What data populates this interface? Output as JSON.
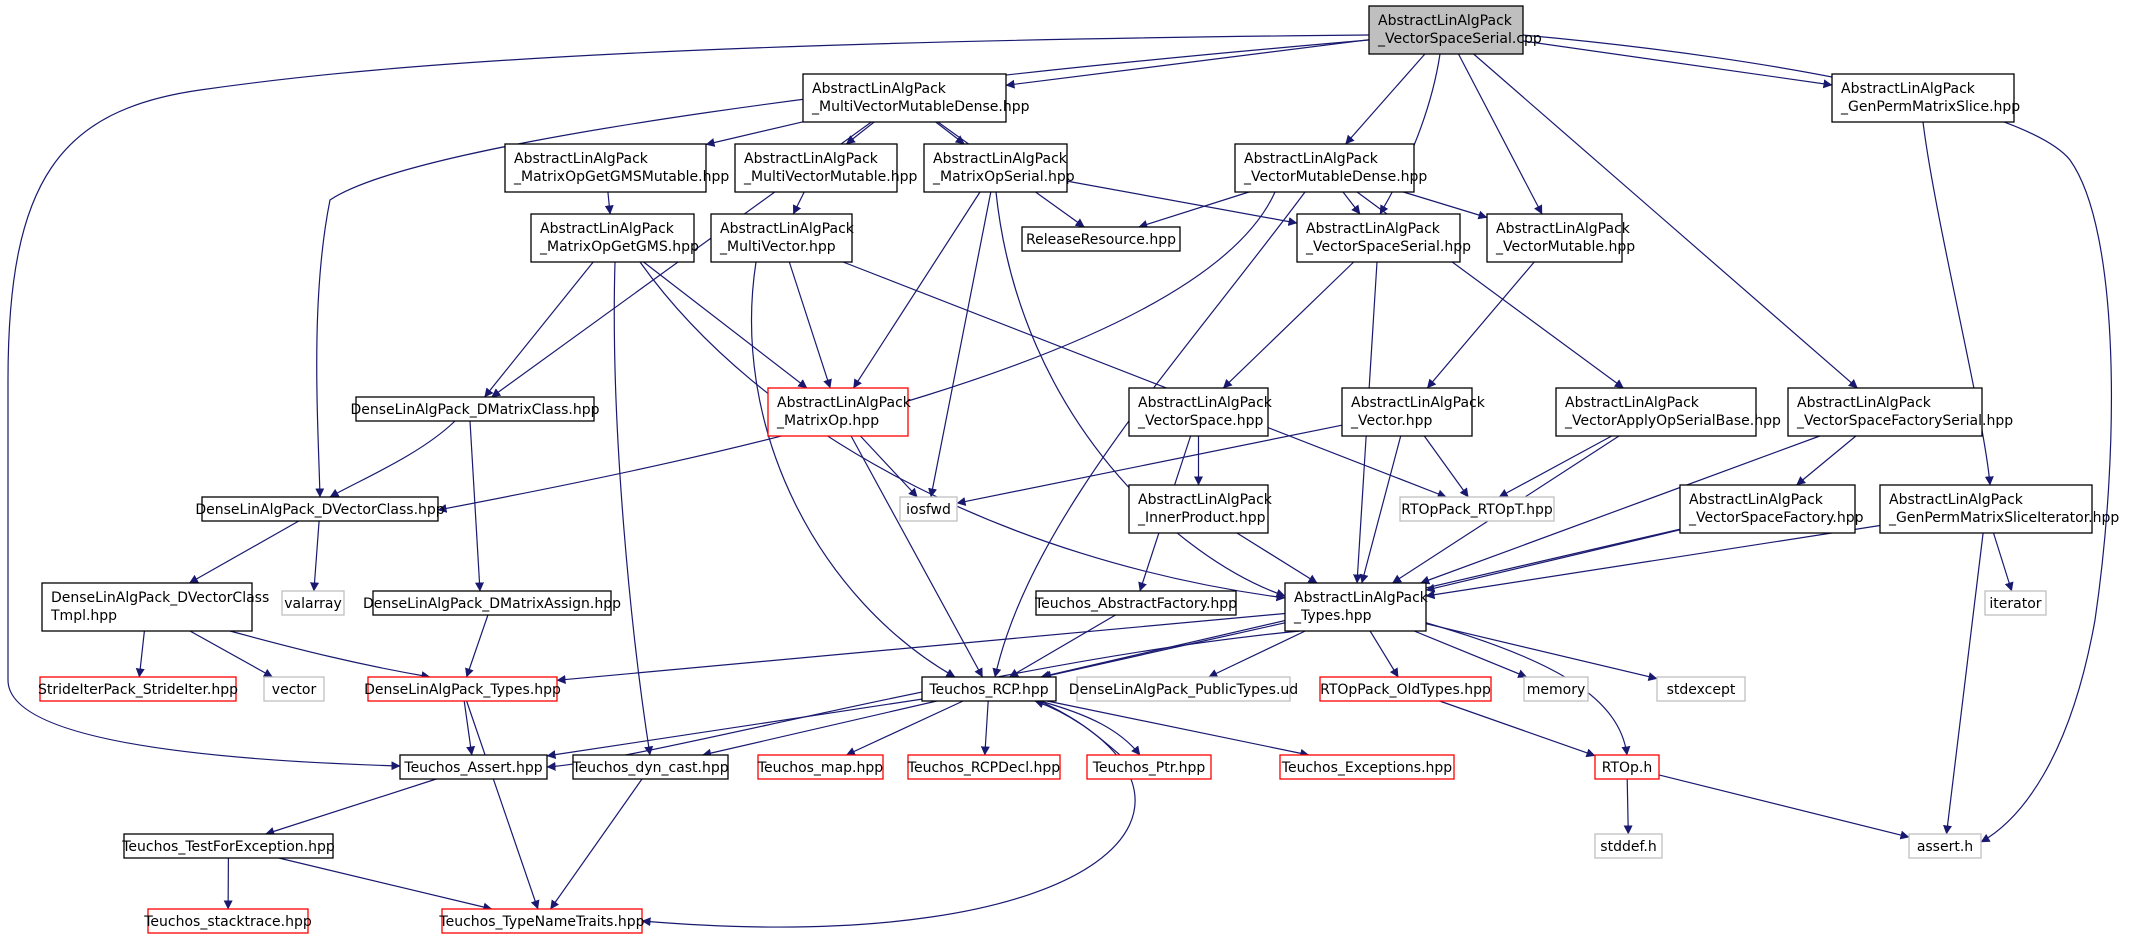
{
  "graph": {
    "colors": {
      "edge": "#191970",
      "border_normal": "#000000",
      "border_missing": "#bfbfbf",
      "border_truncated": "#ff0000",
      "fill_root": "#bfbfbf",
      "fill_default": "#ffffff",
      "text": "#000000"
    },
    "nodes": [
      {
        "id": "root",
        "lines": [
          "AbstractLinAlgPack",
          "_VectorSpaceSerial.cpp"
        ],
        "style": "root"
      },
      {
        "id": "mvmd",
        "lines": [
          "AbstractLinAlgPack",
          "_MultiVectorMutableDense.hpp"
        ],
        "style": "normal"
      },
      {
        "id": "gpms",
        "lines": [
          "AbstractLinAlgPack",
          "_GenPermMatrixSlice.hpp"
        ],
        "style": "normal"
      },
      {
        "id": "mogmsm",
        "lines": [
          "AbstractLinAlgPack",
          "_MatrixOpGetGMSMutable.hpp"
        ],
        "style": "normal"
      },
      {
        "id": "mvm",
        "lines": [
          "AbstractLinAlgPack",
          "_MultiVectorMutable.hpp"
        ],
        "style": "normal"
      },
      {
        "id": "mos",
        "lines": [
          "AbstractLinAlgPack",
          "_MatrixOpSerial.hpp"
        ],
        "style": "normal"
      },
      {
        "id": "vmd",
        "lines": [
          "AbstractLinAlgPack",
          "_VectorMutableDense.hpp"
        ],
        "style": "normal"
      },
      {
        "id": "mogms",
        "lines": [
          "AbstractLinAlgPack",
          "_MatrixOpGetGMS.hpp"
        ],
        "style": "normal"
      },
      {
        "id": "mv",
        "lines": [
          "AbstractLinAlgPack",
          "_MultiVector.hpp"
        ],
        "style": "normal"
      },
      {
        "id": "relres",
        "lines": [
          "ReleaseResource.hpp"
        ],
        "style": "normal"
      },
      {
        "id": "vss",
        "lines": [
          "AbstractLinAlgPack",
          "_VectorSpaceSerial.hpp"
        ],
        "style": "normal"
      },
      {
        "id": "vm",
        "lines": [
          "AbstractLinAlgPack",
          "_VectorMutable.hpp"
        ],
        "style": "normal"
      },
      {
        "id": "dmc",
        "lines": [
          "DenseLinAlgPack_DMatrixClass.hpp"
        ],
        "style": "normal"
      },
      {
        "id": "mop",
        "lines": [
          "AbstractLinAlgPack",
          "_MatrixOp.hpp"
        ],
        "style": "truncated"
      },
      {
        "id": "vsp",
        "lines": [
          "AbstractLinAlgPack",
          "_VectorSpace.hpp"
        ],
        "style": "normal"
      },
      {
        "id": "vec",
        "lines": [
          "AbstractLinAlgPack",
          "_Vector.hpp"
        ],
        "style": "normal"
      },
      {
        "id": "vaosb",
        "lines": [
          "AbstractLinAlgPack",
          "_VectorApplyOpSerialBase.hpp"
        ],
        "style": "normal"
      },
      {
        "id": "vsfs",
        "lines": [
          "AbstractLinAlgPack",
          "_VectorSpaceFactorySerial.hpp"
        ],
        "style": "normal"
      },
      {
        "id": "dvc",
        "lines": [
          "DenseLinAlgPack_DVectorClass.hpp"
        ],
        "style": "normal"
      },
      {
        "id": "iosfwd",
        "lines": [
          "iosfwd"
        ],
        "style": "missing"
      },
      {
        "id": "ip",
        "lines": [
          "AbstractLinAlgPack",
          "_InnerProduct.hpp"
        ],
        "style": "normal"
      },
      {
        "id": "rtopt",
        "lines": [
          "RTOpPack_RTOpT.hpp"
        ],
        "style": "missing"
      },
      {
        "id": "vsf",
        "lines": [
          "AbstractLinAlgPack",
          "_VectorSpaceFactory.hpp"
        ],
        "style": "normal"
      },
      {
        "id": "gpmsi",
        "lines": [
          "AbstractLinAlgPack",
          "_GenPermMatrixSliceIterator.hpp"
        ],
        "style": "normal"
      },
      {
        "id": "dvct",
        "lines": [
          "DenseLinAlgPack_DVectorClass",
          "Tmpl.hpp"
        ],
        "style": "normal"
      },
      {
        "id": "valarray",
        "lines": [
          "valarray"
        ],
        "style": "missing"
      },
      {
        "id": "dma",
        "lines": [
          "DenseLinAlgPack_DMatrixAssign.hpp"
        ],
        "style": "normal"
      },
      {
        "id": "af",
        "lines": [
          "Teuchos_AbstractFactory.hpp"
        ],
        "style": "normal"
      },
      {
        "id": "types",
        "lines": [
          "AbstractLinAlgPack",
          "_Types.hpp"
        ],
        "style": "normal"
      },
      {
        "id": "iterator",
        "lines": [
          "iterator"
        ],
        "style": "missing"
      },
      {
        "id": "si",
        "lines": [
          "StrideIterPack_StrideIter.hpp"
        ],
        "style": "truncated"
      },
      {
        "id": "vector",
        "lines": [
          "vector"
        ],
        "style": "missing"
      },
      {
        "id": "dlptypes",
        "lines": [
          "DenseLinAlgPack_Types.hpp"
        ],
        "style": "truncated"
      },
      {
        "id": "rcp",
        "lines": [
          "Teuchos_RCP.hpp"
        ],
        "style": "normal"
      },
      {
        "id": "pubtypes",
        "lines": [
          "DenseLinAlgPack_PublicTypes.ud"
        ],
        "style": "missing"
      },
      {
        "id": "oldtypes",
        "lines": [
          "RTOpPack_OldTypes.hpp"
        ],
        "style": "truncated"
      },
      {
        "id": "memory",
        "lines": [
          "memory"
        ],
        "style": "missing"
      },
      {
        "id": "stdexcept",
        "lines": [
          "stdexcept"
        ],
        "style": "missing"
      },
      {
        "id": "assert",
        "lines": [
          "Teuchos_Assert.hpp"
        ],
        "style": "normal"
      },
      {
        "id": "dyncast",
        "lines": [
          "Teuchos_dyn_cast.hpp"
        ],
        "style": "normal"
      },
      {
        "id": "map",
        "lines": [
          "Teuchos_map.hpp"
        ],
        "style": "truncated"
      },
      {
        "id": "rcpdecl",
        "lines": [
          "Teuchos_RCPDecl.hpp"
        ],
        "style": "truncated"
      },
      {
        "id": "ptr",
        "lines": [
          "Teuchos_Ptr.hpp"
        ],
        "style": "truncated"
      },
      {
        "id": "exc",
        "lines": [
          "Teuchos_Exceptions.hpp"
        ],
        "style": "truncated"
      },
      {
        "id": "rtoph",
        "lines": [
          "RTOp.h"
        ],
        "style": "truncated"
      },
      {
        "id": "tfe",
        "lines": [
          "Teuchos_TestForException.hpp"
        ],
        "style": "normal"
      },
      {
        "id": "stddef",
        "lines": [
          "stddef.h"
        ],
        "style": "missing"
      },
      {
        "id": "asserth",
        "lines": [
          "assert.h"
        ],
        "style": "missing"
      },
      {
        "id": "stack",
        "lines": [
          "Teuchos_stacktrace.hpp"
        ],
        "style": "truncated"
      },
      {
        "id": "tnt",
        "lines": [
          "Teuchos_TypeNameTraits.hpp"
        ],
        "style": "truncated"
      }
    ],
    "edges": [
      [
        "root",
        "mvmd"
      ],
      [
        "root",
        "gpms"
      ],
      [
        "root",
        "vmd"
      ],
      [
        "root",
        "vss"
      ],
      [
        "root",
        "vm"
      ],
      [
        "root",
        "vsfs"
      ],
      [
        "root",
        "dvc"
      ],
      [
        "root",
        "assert"
      ],
      [
        "root",
        "asserth"
      ],
      [
        "mvmd",
        "mogmsm"
      ],
      [
        "mvmd",
        "mvm"
      ],
      [
        "mvmd",
        "mos"
      ],
      [
        "mvmd",
        "relres"
      ],
      [
        "mvmd",
        "dmc"
      ],
      [
        "gpms",
        "gpmsi"
      ],
      [
        "mogmsm",
        "mogms"
      ],
      [
        "mvm",
        "mv"
      ],
      [
        "mos",
        "mop"
      ],
      [
        "mos",
        "iosfwd"
      ],
      [
        "mos",
        "vss"
      ],
      [
        "mos",
        "types"
      ],
      [
        "vmd",
        "relres"
      ],
      [
        "vmd",
        "vss"
      ],
      [
        "vmd",
        "vm"
      ],
      [
        "vmd",
        "vaosb"
      ],
      [
        "vmd",
        "dvc"
      ],
      [
        "vmd",
        "rcp"
      ],
      [
        "mogms",
        "dmc"
      ],
      [
        "mogms",
        "mop"
      ],
      [
        "mogms",
        "dyncast"
      ],
      [
        "mogms",
        "types"
      ],
      [
        "mv",
        "mop"
      ],
      [
        "mv",
        "rtopt"
      ],
      [
        "mv",
        "rcp"
      ],
      [
        "vss",
        "vsp"
      ],
      [
        "vss",
        "types"
      ],
      [
        "vm",
        "vec"
      ],
      [
        "dmc",
        "dvc"
      ],
      [
        "dmc",
        "dma"
      ],
      [
        "mop",
        "iosfwd"
      ],
      [
        "mop",
        "rcp"
      ],
      [
        "vsp",
        "ip"
      ],
      [
        "vsp",
        "af"
      ],
      [
        "vec",
        "iosfwd"
      ],
      [
        "vec",
        "rtopt"
      ],
      [
        "vec",
        "types"
      ],
      [
        "vaosb",
        "rtopt"
      ],
      [
        "vaosb",
        "types"
      ],
      [
        "vsfs",
        "vsf"
      ],
      [
        "vsfs",
        "types"
      ],
      [
        "dvc",
        "dvct"
      ],
      [
        "dvc",
        "valarray"
      ],
      [
        "ip",
        "types"
      ],
      [
        "vsf",
        "rcp"
      ],
      [
        "vsf",
        "types"
      ],
      [
        "gpmsi",
        "types"
      ],
      [
        "gpmsi",
        "iterator"
      ],
      [
        "gpmsi",
        "asserth"
      ],
      [
        "dvct",
        "si"
      ],
      [
        "dvct",
        "vector"
      ],
      [
        "dvct",
        "dlptypes"
      ],
      [
        "dma",
        "dlptypes"
      ],
      [
        "af",
        "rcp"
      ],
      [
        "types",
        "dlptypes"
      ],
      [
        "types",
        "rcp"
      ],
      [
        "types",
        "pubtypes"
      ],
      [
        "types",
        "oldtypes"
      ],
      [
        "types",
        "memory"
      ],
      [
        "types",
        "stdexcept"
      ],
      [
        "types",
        "rtoph"
      ],
      [
        "types",
        "assert"
      ],
      [
        "dlptypes",
        "assert"
      ],
      [
        "dlptypes",
        "tnt"
      ],
      [
        "rcp",
        "assert"
      ],
      [
        "rcp",
        "dyncast"
      ],
      [
        "rcp",
        "map"
      ],
      [
        "rcp",
        "rcpdecl"
      ],
      [
        "rcp",
        "ptr"
      ],
      [
        "rcp",
        "exc"
      ],
      [
        "rcp",
        "tnt"
      ],
      [
        "ptr",
        "rcp"
      ],
      [
        "oldtypes",
        "rtoph"
      ],
      [
        "assert",
        "tfe"
      ],
      [
        "dyncast",
        "tnt"
      ],
      [
        "rtoph",
        "stddef"
      ],
      [
        "rtoph",
        "asserth"
      ],
      [
        "tfe",
        "stack"
      ],
      [
        "tfe",
        "tnt"
      ]
    ]
  }
}
